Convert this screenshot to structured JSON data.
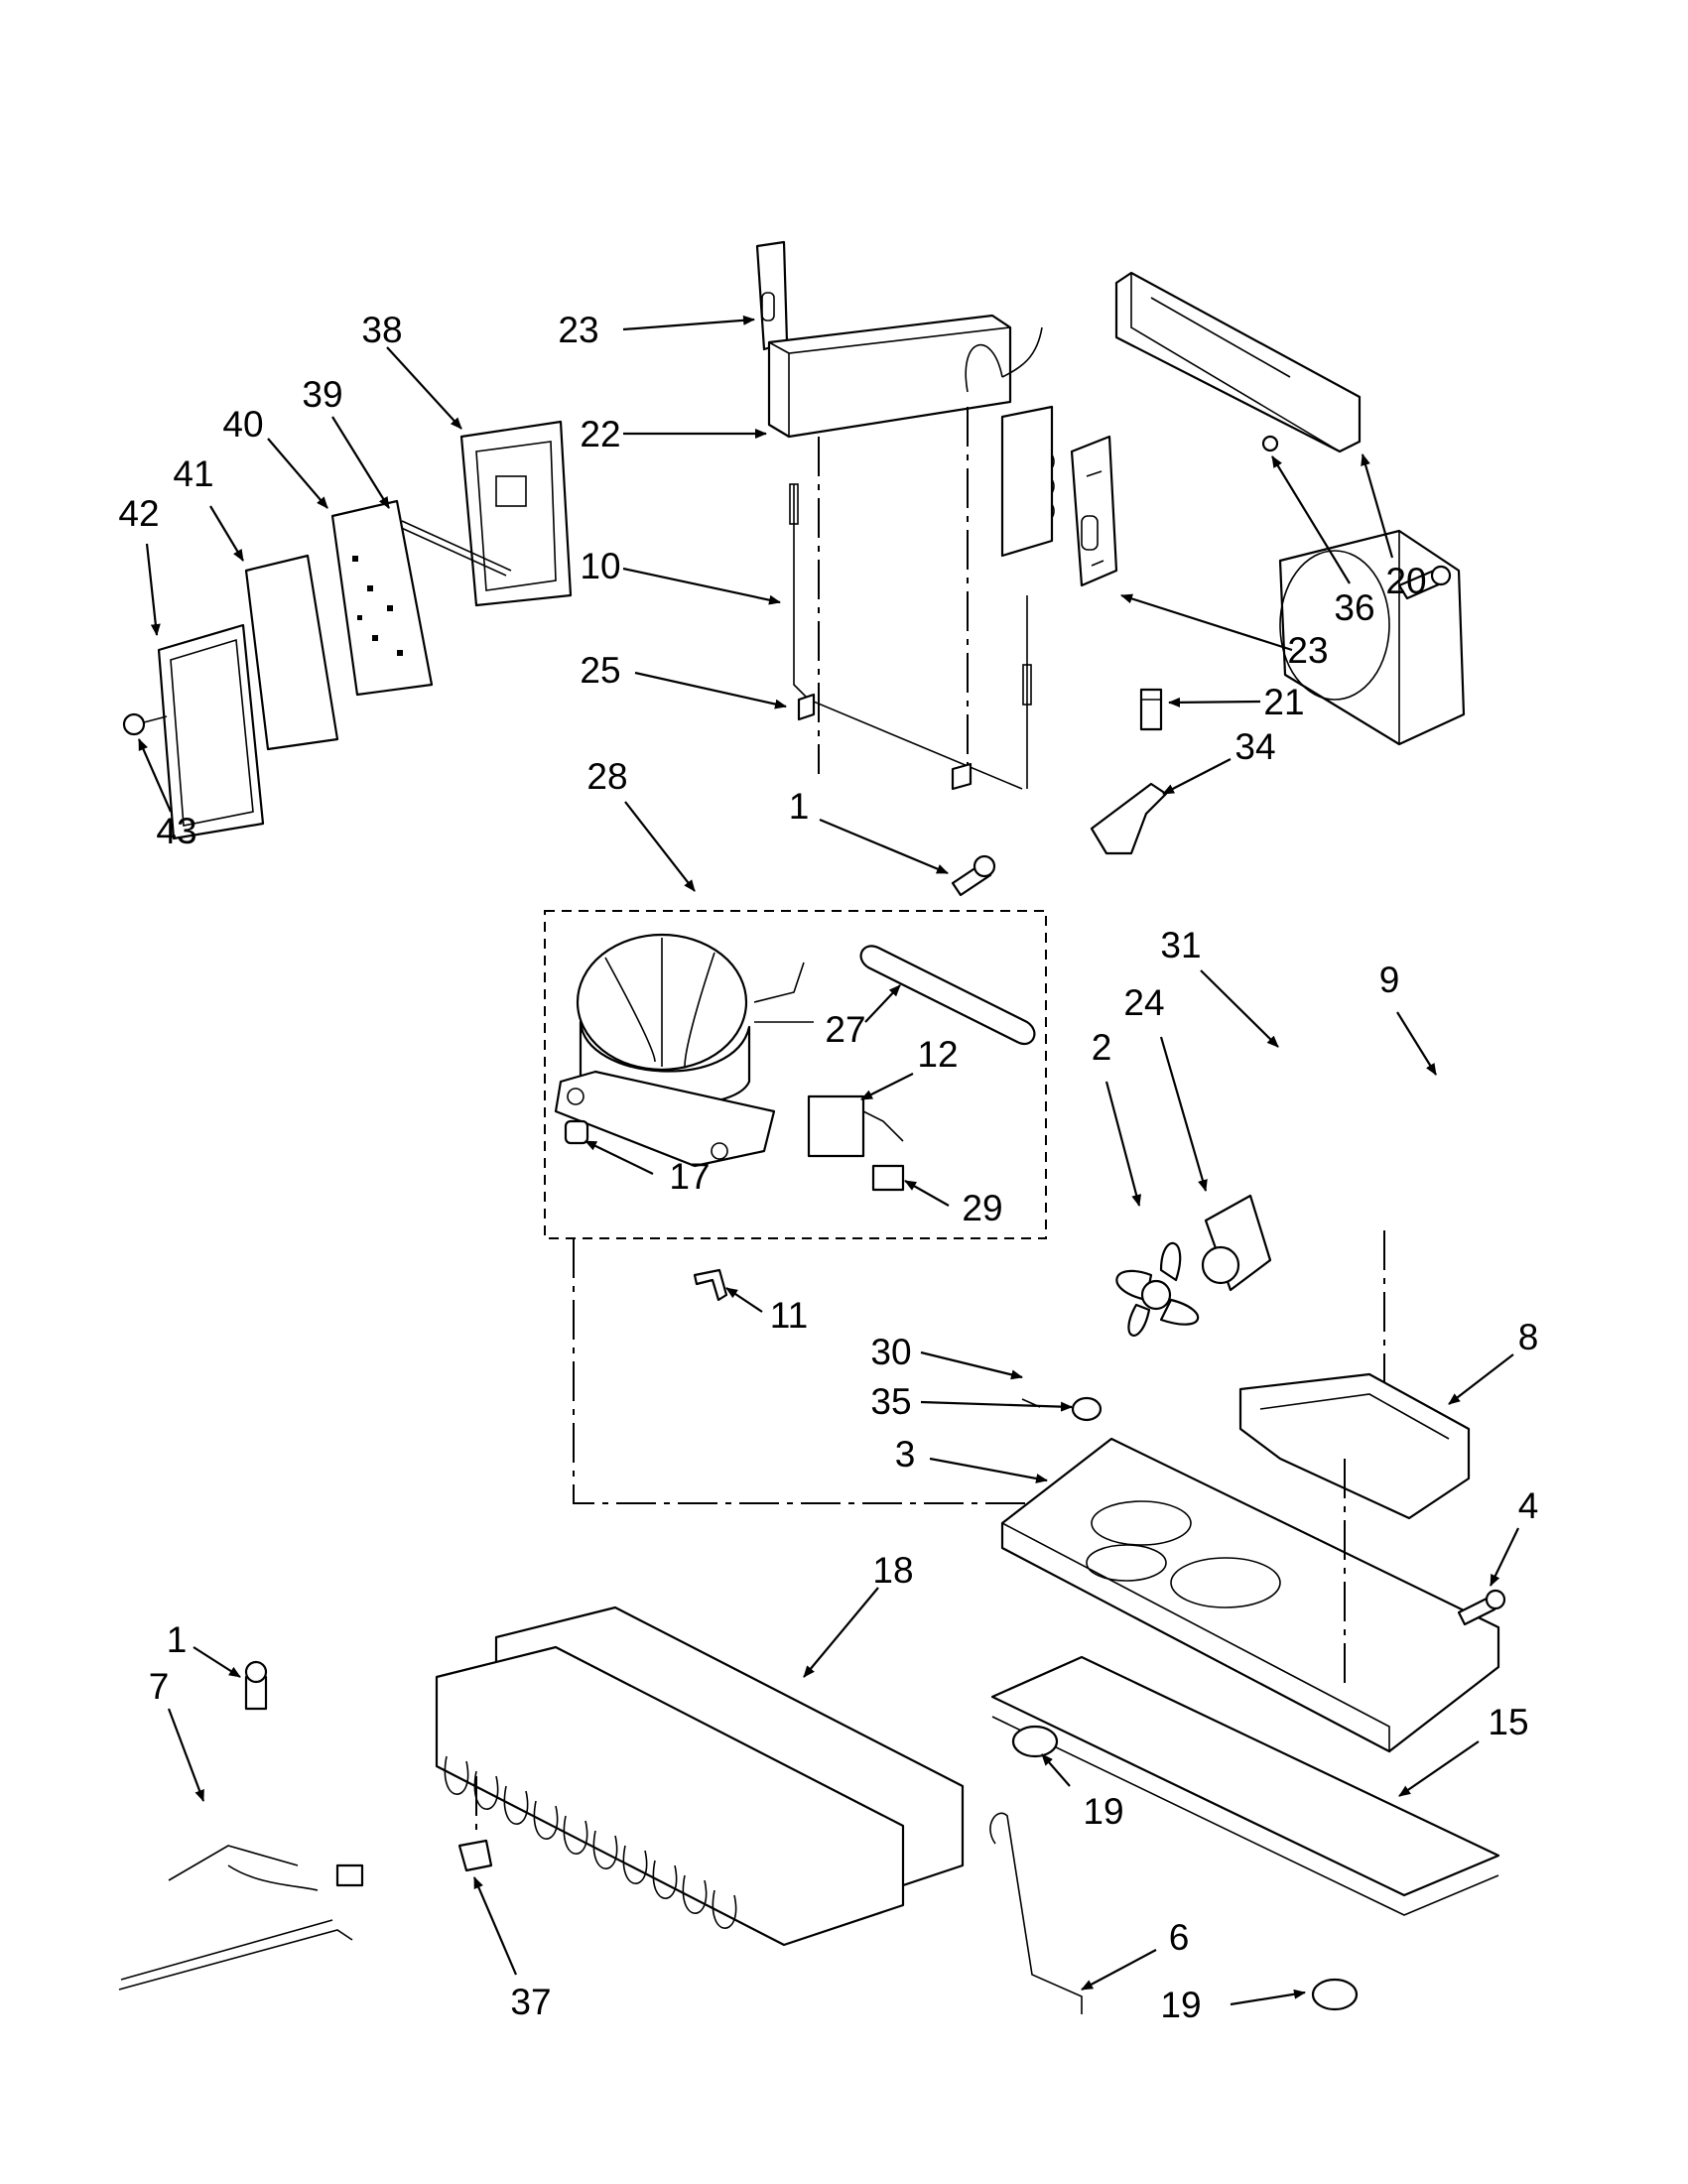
{
  "diagram": {
    "type": "exploded-parts-view",
    "callouts": [
      "1",
      "2",
      "3",
      "4",
      "6",
      "7",
      "8",
      "9",
      "10",
      "11",
      "12",
      "15",
      "17",
      "18",
      "19",
      "20",
      "21",
      "22",
      "23",
      "24",
      "25",
      "27",
      "28",
      "29",
      "30",
      "31",
      "34",
      "35",
      "36",
      "37",
      "38",
      "39",
      "40",
      "41",
      "42",
      "43"
    ],
    "labels": [
      {
        "id": "c23a",
        "text": "23"
      },
      {
        "id": "c22",
        "text": "22"
      },
      {
        "id": "c10",
        "text": "10"
      },
      {
        "id": "c25",
        "text": "25"
      },
      {
        "id": "c23b",
        "text": "23"
      },
      {
        "id": "c36",
        "text": "36"
      },
      {
        "id": "c20",
        "text": "20"
      },
      {
        "id": "c21",
        "text": "21"
      },
      {
        "id": "c34",
        "text": "34"
      },
      {
        "id": "c38",
        "text": "38"
      },
      {
        "id": "c39",
        "text": "39"
      },
      {
        "id": "c40",
        "text": "40"
      },
      {
        "id": "c41",
        "text": "41"
      },
      {
        "id": "c42",
        "text": "42"
      },
      {
        "id": "c43",
        "text": "43"
      },
      {
        "id": "c28",
        "text": "28"
      },
      {
        "id": "c1a",
        "text": "1"
      },
      {
        "id": "c27",
        "text": "27"
      },
      {
        "id": "c12",
        "text": "12"
      },
      {
        "id": "c17",
        "text": "17"
      },
      {
        "id": "c29",
        "text": "29"
      },
      {
        "id": "c31",
        "text": "31"
      },
      {
        "id": "c9",
        "text": "9"
      },
      {
        "id": "c24",
        "text": "24"
      },
      {
        "id": "c2",
        "text": "2"
      },
      {
        "id": "c11",
        "text": "11"
      },
      {
        "id": "c30",
        "text": "30"
      },
      {
        "id": "c35",
        "text": "35"
      },
      {
        "id": "c3",
        "text": "3"
      },
      {
        "id": "c8",
        "text": "8"
      },
      {
        "id": "c4",
        "text": "4"
      },
      {
        "id": "c18",
        "text": "18"
      },
      {
        "id": "c15",
        "text": "15"
      },
      {
        "id": "c1b",
        "text": "1"
      },
      {
        "id": "c7",
        "text": "7"
      },
      {
        "id": "c19a",
        "text": "19"
      },
      {
        "id": "c37",
        "text": "37"
      },
      {
        "id": "c6",
        "text": "6"
      },
      {
        "id": "c19b",
        "text": "19"
      }
    ]
  }
}
